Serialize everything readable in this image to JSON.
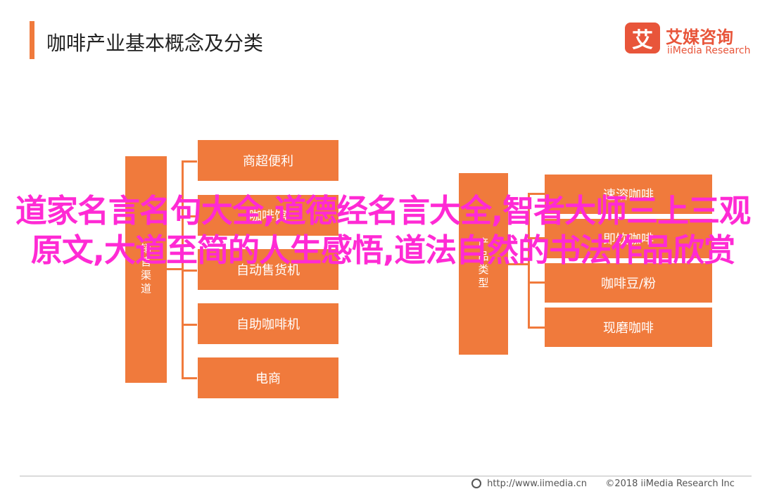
{
  "header": {
    "title": "咖啡产业基本概念及分类",
    "logo_badge": "艾",
    "logo_cn": "艾媒咨询",
    "logo_en": "iiMedia Research"
  },
  "diagram": {
    "left_category": "销售渠道",
    "left_items": [
      "商超便利",
      "咖啡馆",
      "自动售货机",
      "自助咖啡机",
      "电商"
    ],
    "right_category": "产品类型",
    "right_items": [
      "速溶咖啡",
      "即饮咖啡",
      "咖啡豆/粉",
      "现磨咖啡"
    ]
  },
  "overlay_text": "道家名言名句大全,道德经名言大全,智者大师三上三观原文,大道至简的人生感悟,道法自然的书法作品欣赏",
  "footer": {
    "url": "http://www.iimedia.cn",
    "copyright": "©2018  iiMedia Research  Inc"
  },
  "colors": {
    "accent": "#f07a3c",
    "overlay": "#ff2ad4",
    "brand": "#e8553a"
  }
}
